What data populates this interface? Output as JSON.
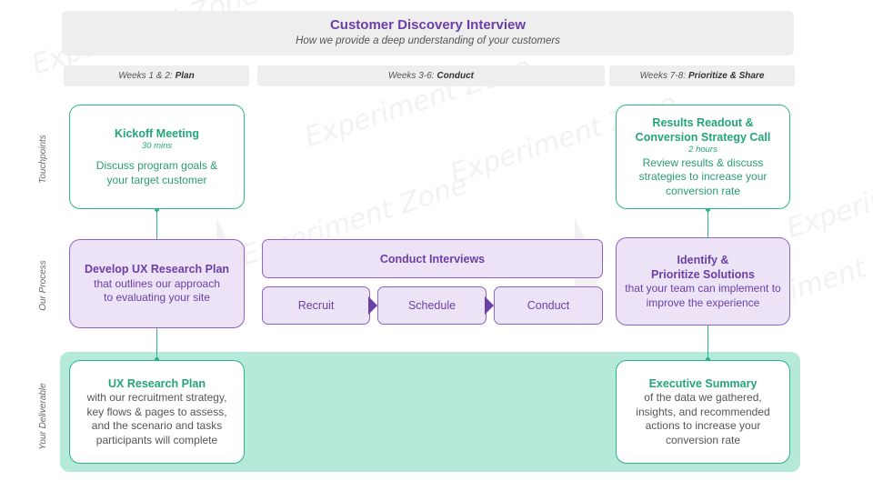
{
  "header": {
    "title": "Customer Discovery Interview",
    "subtitle": "How we provide a deep understanding of your customers"
  },
  "phases": [
    {
      "label": "Weeks 1 & 2:",
      "bold": "Plan"
    },
    {
      "label": "Weeks 3-6:",
      "bold": "Conduct"
    },
    {
      "label": "Weeks 7-8:",
      "bold": "Prioritize & Share"
    }
  ],
  "row_labels": {
    "touchpoints": "Touchpoints",
    "process": "Our Process",
    "deliverable": "Your Deliverable"
  },
  "touchpoints": {
    "kickoff": {
      "title": "Kickoff Meeting",
      "duration": "30 mins",
      "body": "Discuss program goals & your target customer"
    },
    "readout": {
      "title_line1": "Results Readout &",
      "title_line2": "Conversion Strategy Call",
      "duration": "2 hours",
      "body": "Review results & discuss strategies to increase your conversion rate"
    }
  },
  "process": {
    "plan": {
      "title": "Develop UX Research Plan",
      "body": "that outlines our approach to evaluating your site"
    },
    "conduct": {
      "title": "Conduct Interviews",
      "steps": [
        "Recruit",
        "Schedule",
        "Conduct"
      ]
    },
    "prioritize": {
      "title_line1": "Identify &",
      "title_line2": "Prioritize Solutions",
      "body": "that your team can implement to improve the experience"
    }
  },
  "deliverables": {
    "plan": {
      "title": "UX Research Plan",
      "body": "with our recruitment strategy, key flows & pages to assess, and the scenario and tasks participants will complete"
    },
    "summary": {
      "title": "Executive Summary",
      "body": "of the data we gathered, insights, and recommended actions to increase your conversion rate"
    }
  },
  "watermark": "Experiment Zone",
  "colors": {
    "purple": "#6a3fa8",
    "green": "#2db38a",
    "mint_band": "#b5eadb",
    "lavender": "#ede3f7"
  }
}
